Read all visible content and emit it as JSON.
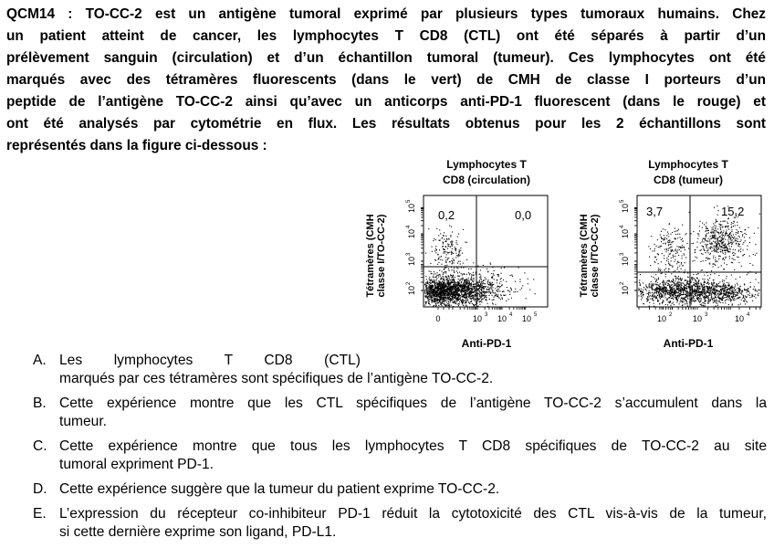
{
  "question": {
    "lines": [
      "QCM14 : TO-CC-2 est un antigène tumoral exprimé par plusieurs types tumoraux humains. Chez",
      "un patient atteint de cancer, les lymphocytes T CD8 (CTL) ont été séparés à partir d’un",
      "prélèvement sanguin (circulation) et d’un échantillon tumoral (tumeur). Ces lymphocytes ont été",
      "marqués avec des tétramères fluorescents (dans le vert) de CMH de classe I porteurs d’un",
      "peptide de l’antigène TO-CC-2 ainsi qu’avec un anticorps anti-PD-1 fluorescent (dans le rouge) et",
      "ont été analysés par cytométrie en flux. Les résultats obtenus pour les 2 échantillons sont",
      "représentés dans la figure ci-dessous :"
    ]
  },
  "figure": {
    "panels": [
      {
        "title_line1": "Lymphocytes T",
        "title_line2": "CD8 (circulation)",
        "ylabel_line1": "Tétramères (CMH",
        "ylabel_line2": "classe I/TO-CC-2)",
        "xlabel": "Anti-PD-1",
        "q_upper_left": "0,2",
        "q_upper_right": "0,0",
        "x_ticks": [
          "0",
          "10",
          "10",
          "10"
        ],
        "x_tick_exps": [
          "",
          "3",
          "4",
          "5"
        ],
        "y_ticks": [
          "10",
          "10",
          "10",
          "10"
        ],
        "y_tick_exps": [
          "2",
          "3",
          "4",
          "5"
        ]
      },
      {
        "title_line1": "Lymphocytes T",
        "title_line2": "CD8 (tumeur)",
        "ylabel_line1": "Tétramères (CMH",
        "ylabel_line2": "classe I/TO-CC-2)",
        "xlabel": "Anti-PD-1",
        "q_upper_left": "3,7",
        "q_upper_right": "15,2",
        "x_ticks": [
          "10",
          "10",
          "10"
        ],
        "x_tick_exps": [
          "2",
          "3",
          "4"
        ],
        "y_ticks": [
          "10",
          "10",
          "10",
          "10"
        ],
        "y_tick_exps": [
          "2",
          "3",
          "4",
          "5"
        ]
      }
    ]
  },
  "options": [
    {
      "letter": "A.",
      "line1": "Les lymphocytes T CD8 (CTL)",
      "line2": "marqués par ces tétramères sont spécifiques de l’antigène TO-CC-2."
    },
    {
      "letter": "B.",
      "line1": "Cette expérience montre que les CTL spécifiques de l’antigène TO-CC-2 s’accumulent dans la",
      "line2": "tumeur."
    },
    {
      "letter": "C.",
      "line1": "Cette expérience montre que tous les lymphocytes T CD8 spécifiques de TO-CC-2 au site",
      "line2": "tumoral expriment PD-1."
    },
    {
      "letter": "D.",
      "line1": "Cette expérience suggère que la tumeur du patient exprime TO-CC-2.",
      "line2": ""
    },
    {
      "letter": "E.",
      "line1": "L’expression du récepteur co-inhibiteur PD-1 réduit la cytotoxicité des CTL vis-à-vis de la tumeur,",
      "line2": "si cette dernière exprime son ligand, PD-L1."
    }
  ]
}
